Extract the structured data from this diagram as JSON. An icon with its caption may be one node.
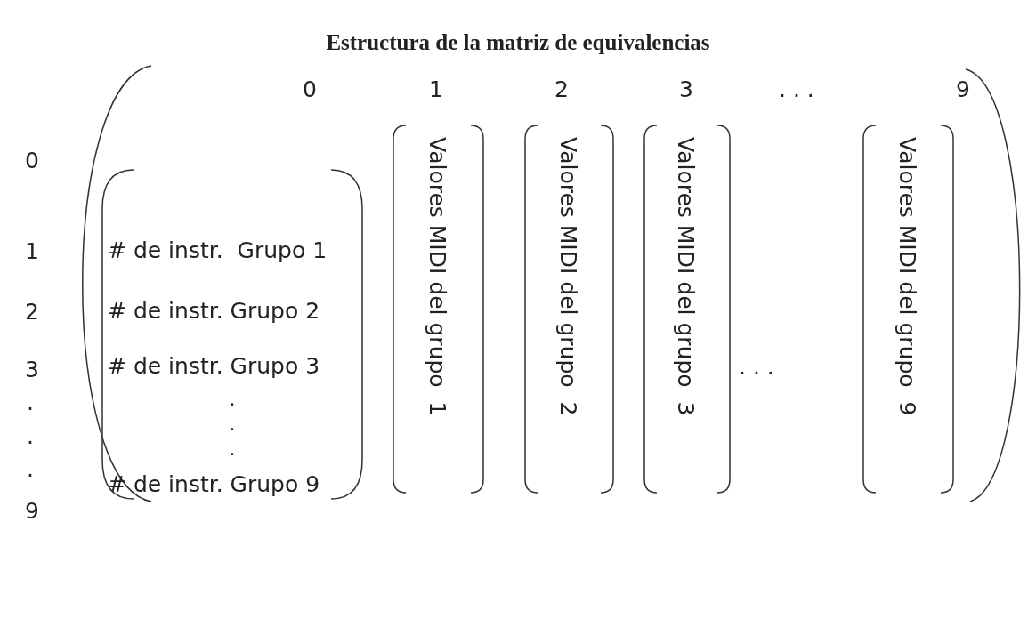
{
  "diagram": {
    "title": "Estructura de la matriz de equivalencias",
    "nodes": [
      {
        "text": [],
        "shape": "bracket"
      },
      {
        "text": [
          "# de instr.  Grupo 1",
          "# de instr. Grupo 2",
          "# de instr. Grupo 3",
          ".",
          ".",
          ".",
          "# de instr. Grupo 9"
        ],
        "in": 0
      },
      {
        "text": [
          "Valores MIDI del grupo  1"
        ],
        "in": 0
      },
      {
        "text": [
          "Valores MIDI del grupo  2"
        ],
        "in": 0
      },
      {
        "text": [
          "Valores MIDI del grupo  3"
        ],
        "in": 0
      },
      {
        "text": [
          "Valores MIDI del grupo  9"
        ],
        "in": 0
      }
    ],
    "edges": [],
    "labels": [
      "0",
      "1",
      "2",
      "3",
      ". . .",
      "9",
      "0",
      "1",
      "2",
      "3",
      ".",
      ".",
      ".",
      "9",
      ". . ."
    ]
  }
}
